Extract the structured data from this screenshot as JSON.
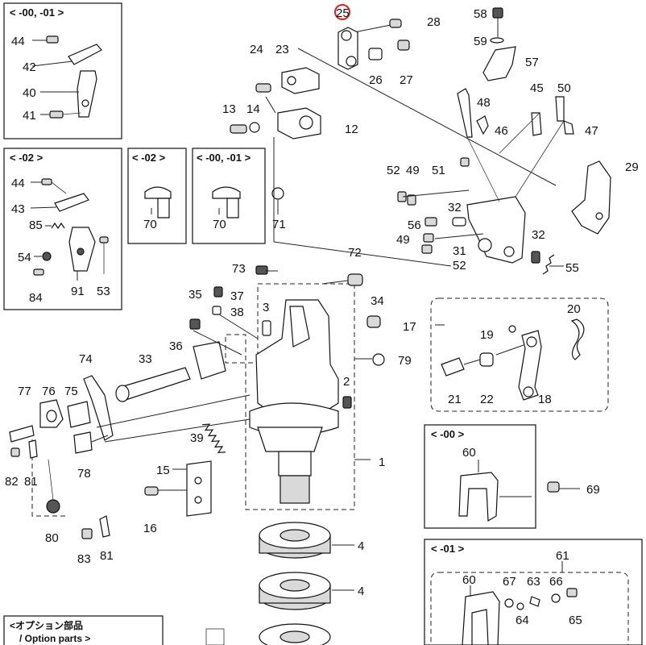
{
  "sections": {
    "top_left": "< -00, -01 >",
    "mid_left": "< -02 >",
    "small_02": "< -02 >",
    "small_00_01": "< -00, -01 >",
    "right_00": "< -00 >",
    "right_01": "< -01 >"
  },
  "options": {
    "jp": "<オプション部品",
    "en": "/ Option parts >"
  },
  "labels": {
    "p1": "1",
    "p2": "2",
    "p3": "3",
    "p4a": "4",
    "p4b": "4",
    "p12": "12",
    "p13": "13",
    "p14": "14",
    "p15": "15",
    "p16": "16",
    "p17": "17",
    "p18": "18",
    "p19": "19",
    "p20": "20",
    "p21": "21",
    "p22": "22",
    "p23": "23",
    "p24": "24",
    "p25": "25",
    "p26": "26",
    "p27": "27",
    "p28": "28",
    "p29": "29",
    "p31": "31",
    "p32a": "32",
    "p32b": "32",
    "p33": "33",
    "p34": "34",
    "p35": "35",
    "p36": "36",
    "p37": "37",
    "p38": "38",
    "p39": "39",
    "p40": "40",
    "p41": "41",
    "p42": "42",
    "p43": "43",
    "p44a": "44",
    "p44b": "44",
    "p45": "45",
    "p46": "46",
    "p47": "47",
    "p48": "48",
    "p49a": "49",
    "p49b": "49",
    "p50": "50",
    "p51": "51",
    "p52a": "52",
    "p52b": "52",
    "p53": "53",
    "p54": "54",
    "p55": "55",
    "p56": "56",
    "p57": "57",
    "p58": "58",
    "p59": "59",
    "p60a": "60",
    "p60b": "60",
    "p61": "61",
    "p63": "63",
    "p64": "64",
    "p65": "65",
    "p66": "66",
    "p67": "67",
    "p69": "69",
    "p70a": "70",
    "p70b": "70",
    "p71": "71",
    "p72": "72",
    "p73": "73",
    "p74": "74",
    "p75": "75",
    "p76": "76",
    "p77": "77",
    "p78": "78",
    "p79": "79",
    "p80": "80",
    "p81a": "81",
    "p81b": "81",
    "p82": "82",
    "p83": "83",
    "p84": "84",
    "p85": "85",
    "p91": "91"
  },
  "highlight": {
    "part": "25",
    "color": "#e02020"
  }
}
